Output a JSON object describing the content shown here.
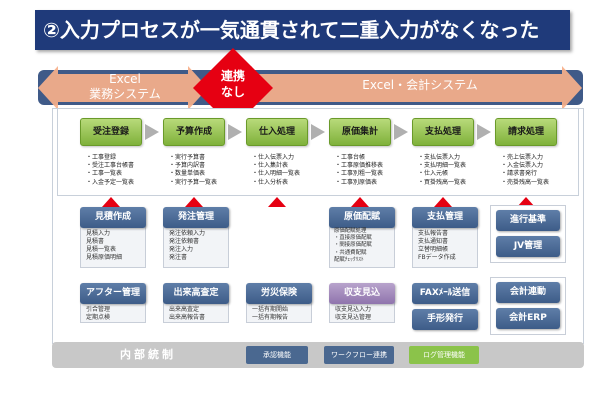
{
  "title": "②入力プロセスが一気通貫されて二重入力がなくなった",
  "systems": {
    "left_label": "Excel\n業務システム",
    "center_label_line1": "連携",
    "center_label_line2": "なし",
    "right_label": "Excel・会計システム"
  },
  "process_steps": [
    {
      "label": "受注登録",
      "bullets": [
        "・工事登録",
        "・受注工事台帳書",
        "・工事一覧表",
        "・入金予定一覧表"
      ]
    },
    {
      "label": "予算作成",
      "bullets": [
        "・実行予算書",
        "・予算内訳書",
        "・数量単価表",
        "・実行予算一覧表"
      ]
    },
    {
      "label": "仕入処理",
      "bullets": [
        "・仕入伝票入力",
        "・仕入集計表",
        "・仕入明細一覧表",
        "・仕入分析表"
      ]
    },
    {
      "label": "原価集計",
      "bullets": [
        "・工事台帳",
        "・工事原価推移表",
        "・工事別粗一覧表",
        "・工事別原価表"
      ]
    },
    {
      "label": "支払処理",
      "bullets": [
        "・支払伝票入力",
        "・支払明細一覧表",
        "・仕入元帳",
        "・買掛残高一覧表"
      ]
    },
    {
      "label": "請求処理",
      "bullets": [
        "・売上伝票入力",
        "・入金伝票入力",
        "・請求書発行",
        "・売掛残高一覧表"
      ]
    }
  ],
  "modules": [
    {
      "label": "見積作成",
      "items": [
        "見積入力",
        "見積書",
        "見積一覧表",
        "見積原価明細"
      ]
    },
    {
      "label": "発注管理",
      "items": [
        "発注依頼入力",
        "発注依頼書",
        "発注入力",
        "発注書"
      ]
    },
    {
      "label": "原価配賦",
      "items": [
        "原価配賦処理",
        "・直接原価配賦",
        "・間接原価配賦",
        "・共通費配賦",
        "配賦ﾁｪｯｸﾘｽﾄ"
      ]
    },
    {
      "label": "支払管理",
      "items": [
        "支払報告書",
        "支払通知書",
        "立替明細帳",
        "FBデータ作成"
      ]
    },
    {
      "label": "進行基準"
    },
    {
      "label": "JV管理"
    },
    {
      "label": "アフター管理",
      "items": [
        "引合管理",
        "定期点検"
      ]
    },
    {
      "label": "出来高査定",
      "items": [
        "出来高査定",
        "出来高報告書"
      ]
    },
    {
      "label": "労災保険",
      "items": [
        "一括有期開始",
        "一括有期報告"
      ]
    },
    {
      "label": "収支見込",
      "items": [
        "収支見込入力",
        "収支見込管理"
      ]
    },
    {
      "label": "FAXﾒｰﾙ送信"
    },
    {
      "label": "手形発行"
    },
    {
      "label": "会計連動"
    },
    {
      "label": "会計ERP"
    }
  ],
  "internal_control": {
    "label": "内部統制",
    "chips": [
      "承認機能",
      "ワークフロー連携",
      "ログ管理機能"
    ]
  },
  "colors": {
    "title_bg": "#1f3a7a",
    "system_bar": "#3f5a88",
    "orange_arrow": "#f5a77a",
    "red_diamond": "#e60012",
    "process_green": "#7fb13a",
    "module_blue": "#3d5c88",
    "module_purple": "#8f74ad",
    "chip_green": "#8bc34a"
  }
}
